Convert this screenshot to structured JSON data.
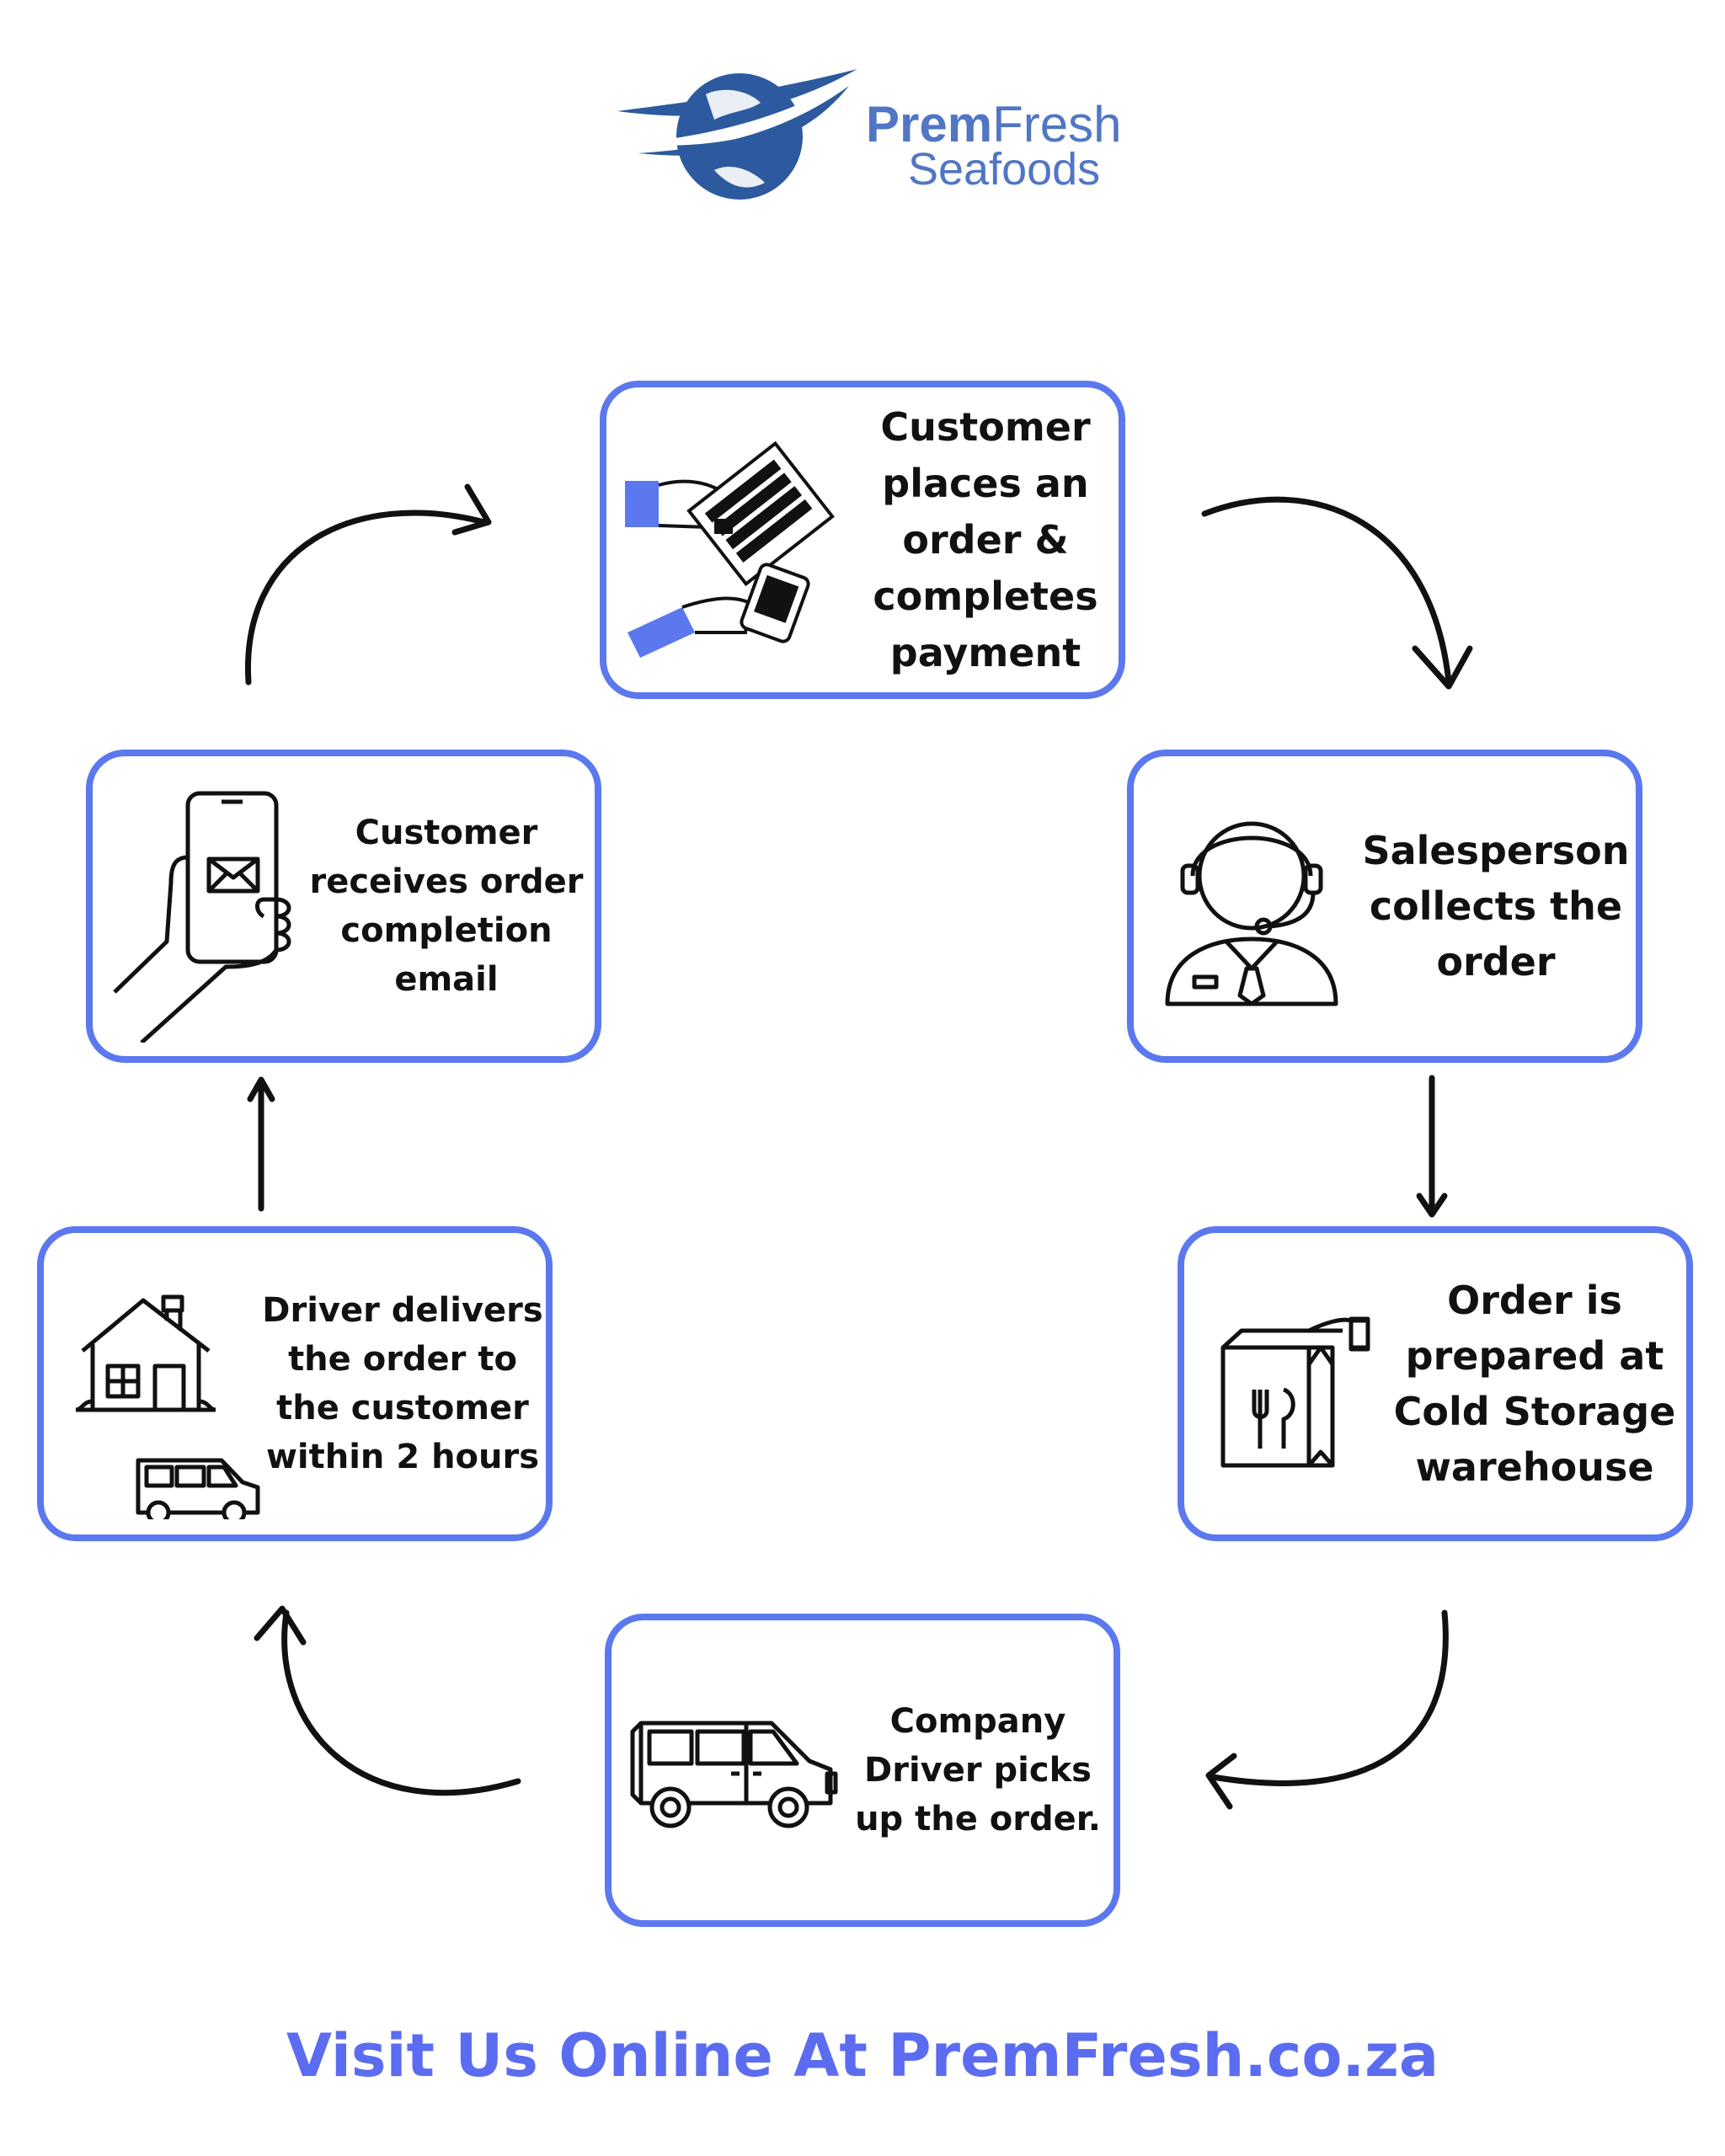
{
  "brand": {
    "name_bold": "Prem",
    "name_regular": "Fresh",
    "subname": "Seafoods",
    "color": "#5076c4",
    "globe_color": "#2d5a9e"
  },
  "accent_color": "#5b78ee",
  "steps": [
    {
      "text": "Customer places an order & completes payment",
      "icon": "keyboard-card-payment-icon"
    },
    {
      "text": "Salesperson collects the order",
      "icon": "salesperson-headset-icon"
    },
    {
      "text": "Order is prepared at Cold Storage warehouse",
      "icon": "food-bag-icon"
    },
    {
      "text": "Company Driver picks up the order.",
      "icon": "van-icon"
    },
    {
      "text": "Driver delivers the order to the customer within 2 hours",
      "icon": "house-and-van-icon"
    },
    {
      "text": "Customer receives order completion email",
      "icon": "phone-email-icon"
    }
  ],
  "footer": "Visit Us Online At PremFresh.co.za"
}
